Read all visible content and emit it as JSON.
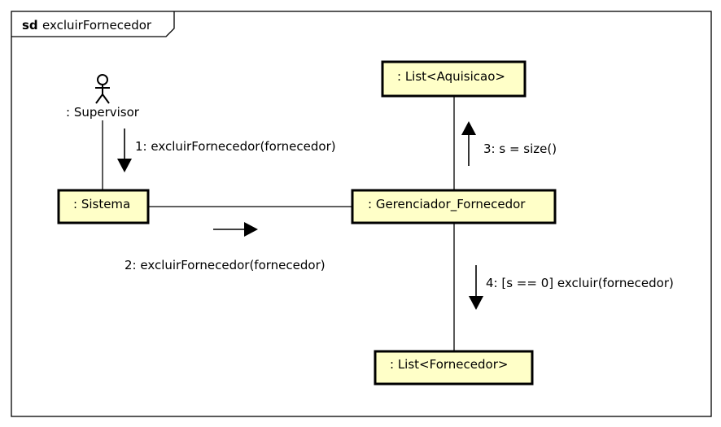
{
  "frame": {
    "keyword": "sd",
    "name": "excluirFornecedor"
  },
  "actor": {
    "label": ": Supervisor"
  },
  "objects": {
    "sistema": ": Sistema",
    "gerenciador": ": Gerenciador_Fornecedor",
    "list_aquisicao": ": List<Aquisicao>",
    "list_fornecedor": ": List<Fornecedor>"
  },
  "messages": {
    "m1": "1: excluirFornecedor(fornecedor)",
    "m2": "2: excluirFornecedor(fornecedor)",
    "m3": "3: s = size()",
    "m4": "4: [s == 0] excluir(fornecedor)"
  },
  "colors": {
    "lifeline_box_fill": "#ffffc8",
    "stroke": "#000000",
    "background": "#ffffff"
  }
}
